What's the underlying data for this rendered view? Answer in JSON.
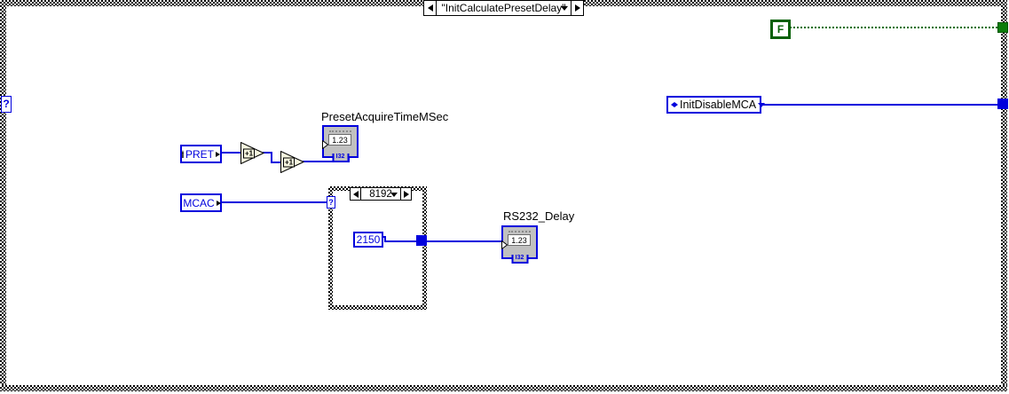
{
  "outer_case": {
    "selector_value": "\"InitCalculatePresetDelay\"",
    "selector_terminal": "?"
  },
  "inner_case": {
    "selector_value": "8192",
    "selector_terminal": "?",
    "constant_value": "2150"
  },
  "globals": {
    "pret_label": "PRET",
    "mcac_label": "MCAC"
  },
  "increment": {
    "label": "+1"
  },
  "indicators": {
    "preset": {
      "title": "PresetAcquireTimeMSec",
      "display_value": "1.23",
      "type_label": "I32"
    },
    "rs232": {
      "title": "RS232_Delay",
      "display_value": "1.23",
      "type_label": "I32"
    }
  },
  "enum_constant": {
    "value": "InitDisableMCA"
  },
  "boolean_constant": {
    "value": "F"
  },
  "colors": {
    "wire_blue": "#0000dd",
    "wire_green": "#007000",
    "node_gray": "#c0c0c0",
    "function_cream": "#f6f6de",
    "bool_green": "#066006"
  }
}
